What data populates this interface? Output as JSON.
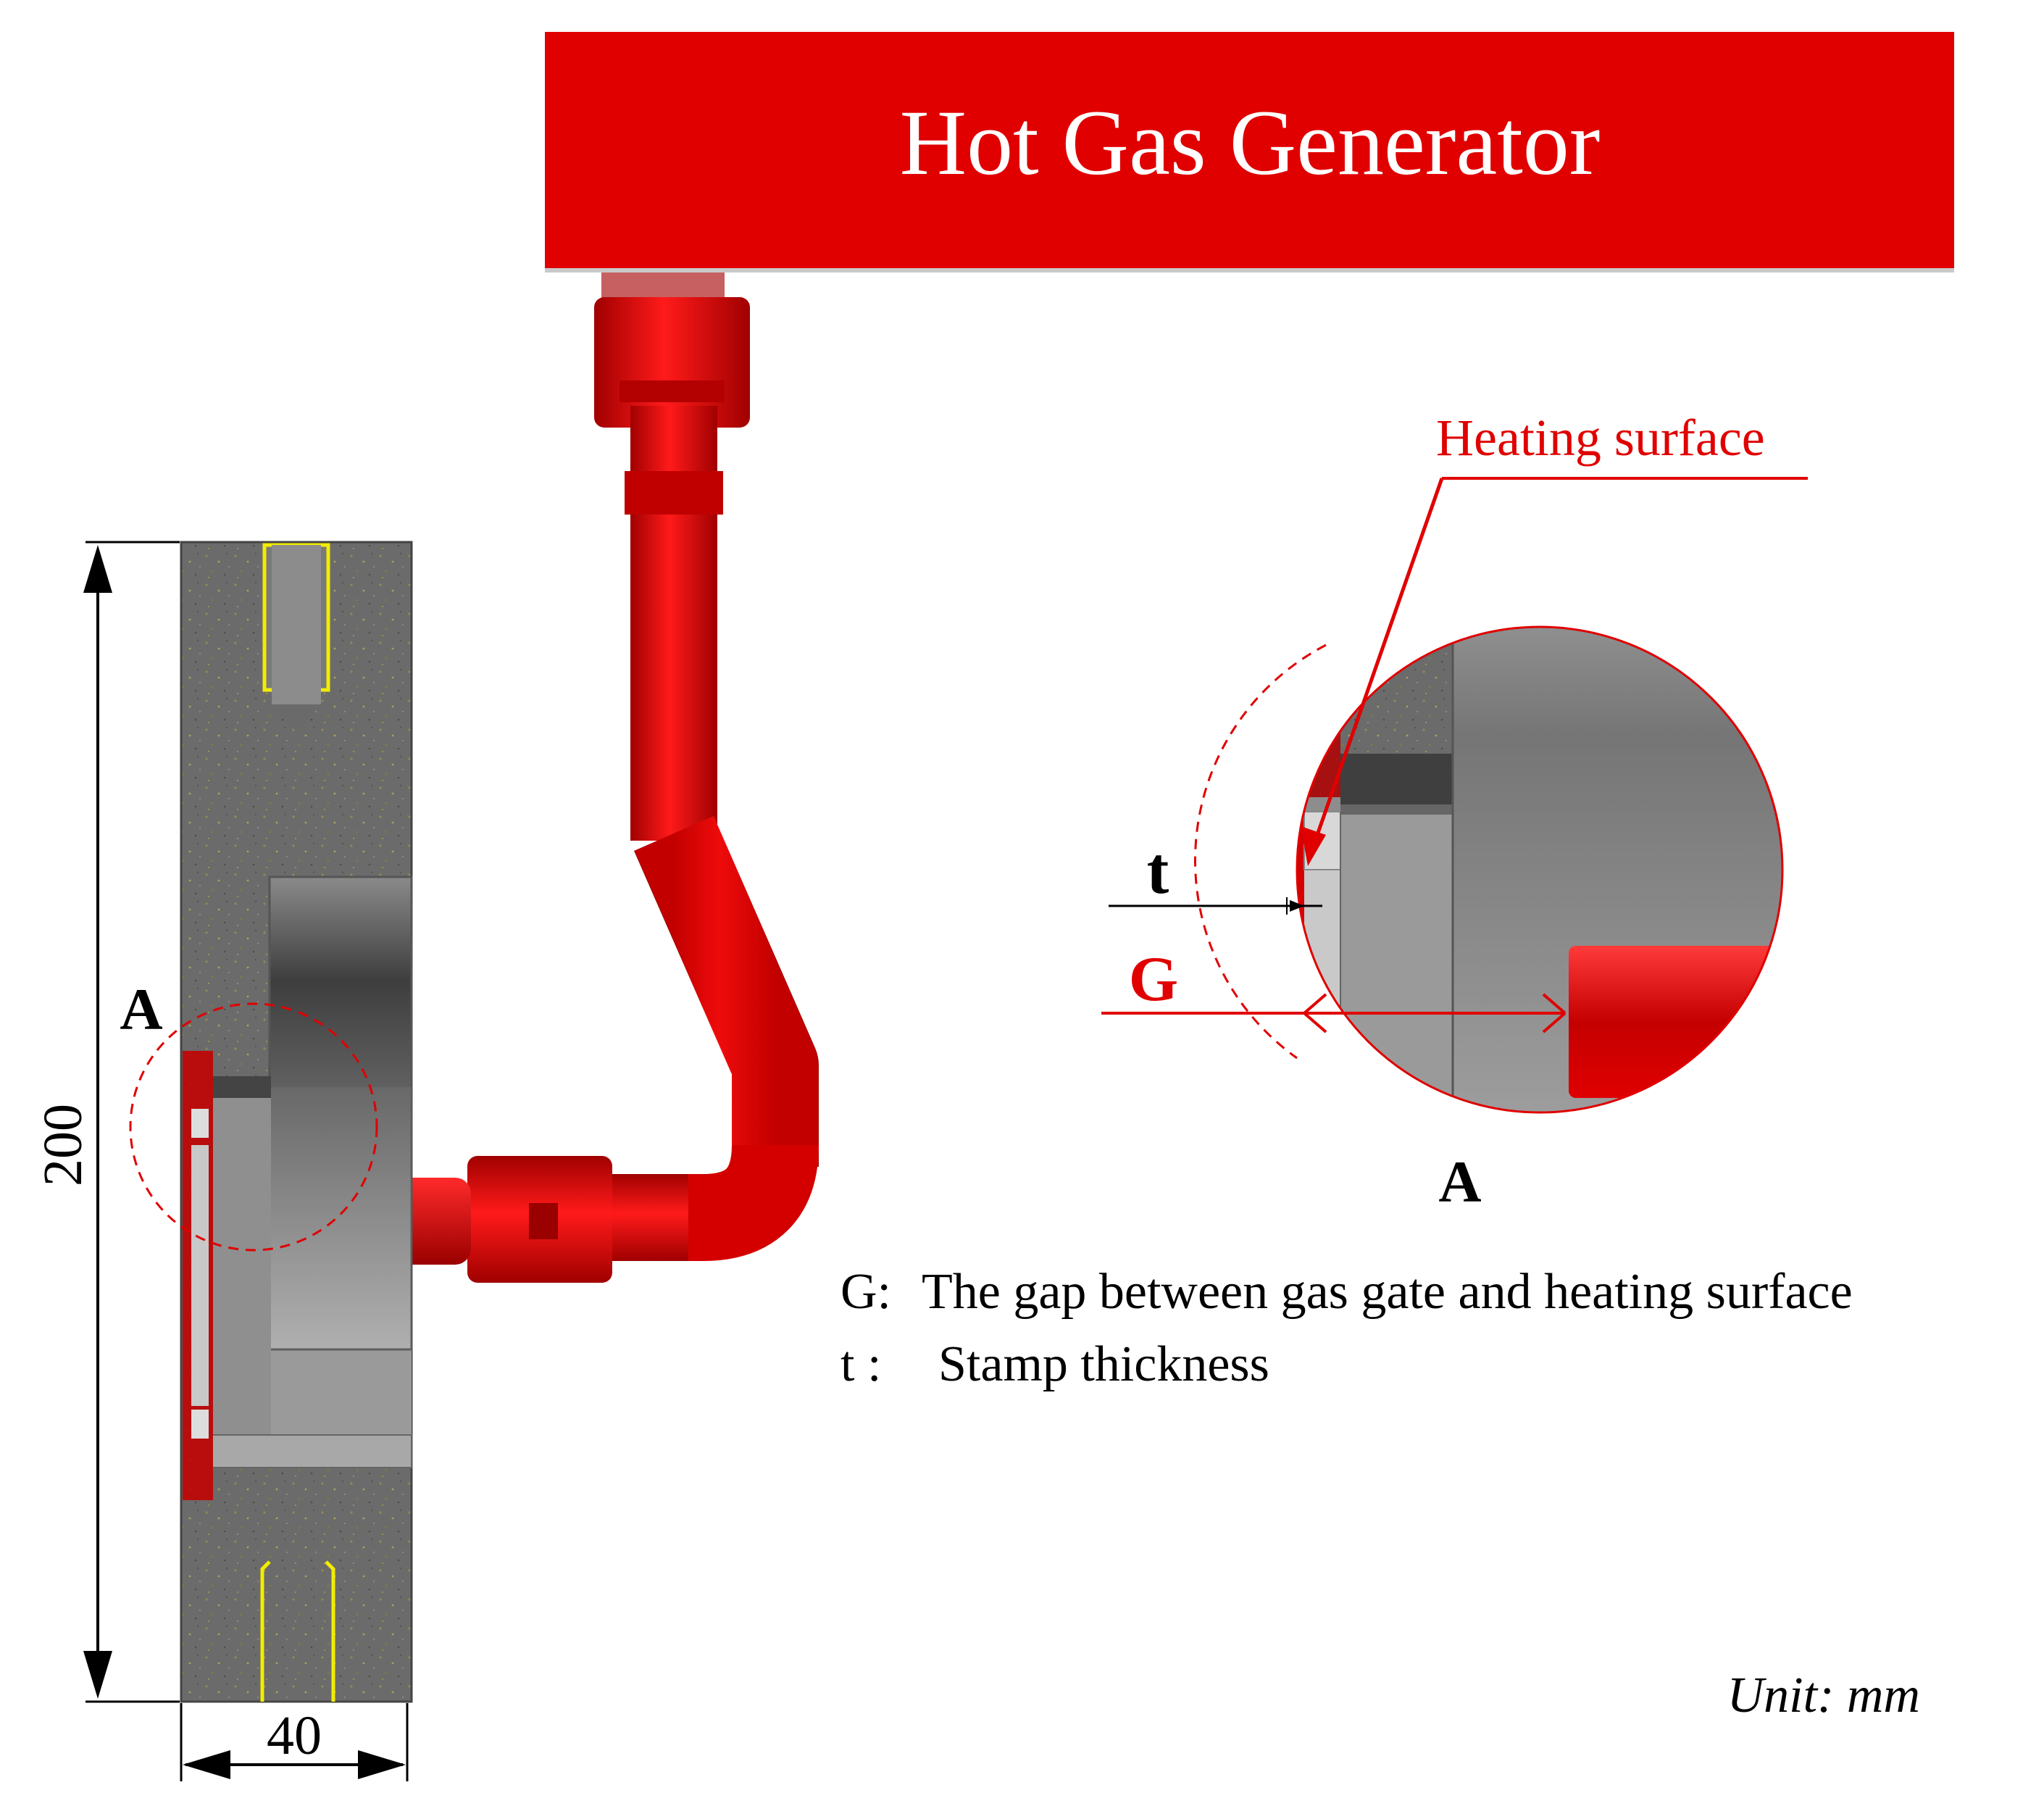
{
  "generator": {
    "label": "Hot Gas Generator"
  },
  "dimensions": {
    "height_value": "200",
    "width_value": "40"
  },
  "labels": {
    "section_marker": "A",
    "detail_marker": "A"
  },
  "detail": {
    "heating_surface": "Heating surface",
    "t_symbol": "t",
    "g_symbol": "G"
  },
  "legend": {
    "g_key": "G:",
    "g_text": "The gap between gas gate and heating surface",
    "t_key": "t :",
    "t_text": "Stamp thickness"
  },
  "unit": "Unit: mm",
  "colors": {
    "accent_red": "#e00000",
    "dark_red": "#a80000",
    "concrete": "#6e6e6e",
    "steel": "#9a9a9a",
    "highlight_yellow": "#f2ec00"
  }
}
